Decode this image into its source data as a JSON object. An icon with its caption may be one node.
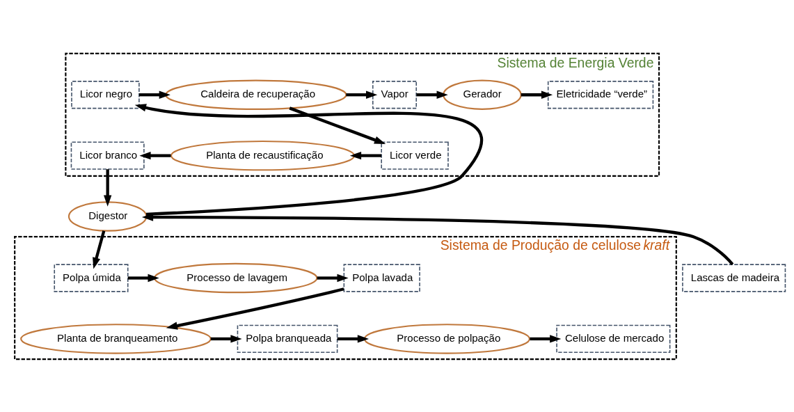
{
  "diagram": {
    "nodes": [
      {
        "text": [
          "Sistema de Energia Verde"
        ]
      },
      {
        "text": [
          "Licor negro"
        ],
        "in": 0
      },
      {
        "text": [
          "Caldeira de recuperação"
        ],
        "in": 0
      },
      {
        "text": [
          "Vapor"
        ],
        "in": 0
      },
      {
        "text": [
          "Gerador"
        ],
        "in": 0
      },
      {
        "text": [
          "Eletricidade “verde”"
        ],
        "in": 0
      },
      {
        "text": [
          "Licor branco"
        ],
        "in": 0
      },
      {
        "text": [
          "Planta de recaustificação"
        ],
        "in": 0
      },
      {
        "text": [
          "Licor verde"
        ],
        "in": 0
      },
      {
        "text": [
          "Digestor"
        ]
      },
      {
        "text": [
          "Sistema de Produção de celulose *kraft*"
        ]
      },
      {
        "text": [
          "Polpa úmida"
        ],
        "in": 10
      },
      {
        "text": [
          "Processo de lavagem"
        ],
        "in": 10
      },
      {
        "text": [
          "Polpa lavada"
        ],
        "in": 10
      },
      {
        "text": [
          "Planta de branqueamento"
        ],
        "in": 10
      },
      {
        "text": [
          "Polpa branqueada"
        ],
        "in": 10
      },
      {
        "text": [
          "Processo de polpação"
        ],
        "in": 10
      },
      {
        "text": [
          "Celulose de mercado"
        ],
        "in": 10
      },
      {
        "text": [
          "Lascas de madeira"
        ]
      }
    ],
    "edges": [
      {
        "from": 9,
        "to": 1,
        "arrow": "to"
      },
      {
        "from": 1,
        "to": 2,
        "arrow": "to"
      },
      {
        "from": 2,
        "to": 3,
        "arrow": "to"
      },
      {
        "from": 3,
        "to": 4,
        "arrow": "to"
      },
      {
        "from": 4,
        "to": 5,
        "arrow": "to"
      },
      {
        "from": 2,
        "to": 8,
        "arrow": "to"
      },
      {
        "from": 8,
        "to": 7,
        "arrow": "to"
      },
      {
        "from": 7,
        "to": 6,
        "arrow": "to"
      },
      {
        "from": 6,
        "to": 9,
        "arrow": "to"
      },
      {
        "from": 9,
        "to": 11,
        "arrow": "to"
      },
      {
        "from": 11,
        "to": 12,
        "arrow": "to"
      },
      {
        "from": 12,
        "to": 13,
        "arrow": "to"
      },
      {
        "from": 13,
        "to": 14,
        "arrow": "to"
      },
      {
        "from": 14,
        "to": 15,
        "arrow": "to"
      },
      {
        "from": 15,
        "to": 16,
        "arrow": "to"
      },
      {
        "from": 16,
        "to": 17,
        "arrow": "to"
      },
      {
        "from": 18,
        "to": 9,
        "arrow": "to"
      }
    ]
  }
}
